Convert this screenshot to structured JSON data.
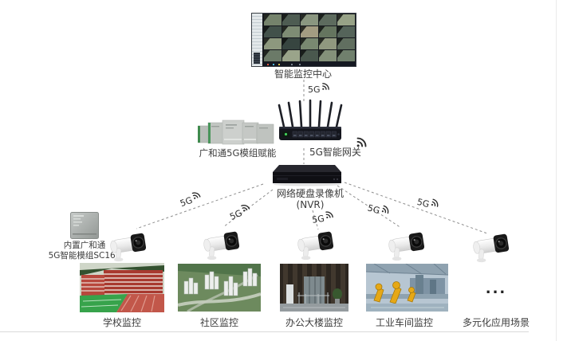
{
  "monitoring_center": {
    "label": "智能监控中心"
  },
  "video_wall": {
    "cell_colors": [
      "#75836c",
      "#4e5c52",
      "#8a9680",
      "#5d6b5e",
      "#97a287",
      "#42514a",
      "#7e8c74",
      "#a39c82",
      "#65755f",
      "#55645a",
      "#8d987e",
      "#374540",
      "#798871",
      "#90987f",
      "#616f60",
      "#6b7a68",
      "#9aa48a",
      "#4a584e",
      "#84917a",
      "#70806d"
    ]
  },
  "top_link": {
    "label": "5G"
  },
  "modules": {
    "label": "广和通5G模组赋能"
  },
  "gateway": {
    "label": "5G智能网关"
  },
  "nvr": {
    "label": "网络硬盘录像机",
    "sublabel": "(NVR)"
  },
  "sc161": {
    "line1": "内置广和通",
    "line2": "5G智能模组SC161"
  },
  "camera_links": [
    {
      "label": "5G"
    },
    {
      "label": "5G"
    },
    {
      "label": "5G"
    },
    {
      "label": "5G"
    },
    {
      "label": "5G"
    }
  ],
  "scenes": [
    {
      "label": "学校监控"
    },
    {
      "label": "社区监控"
    },
    {
      "label": "办公大楼监控"
    },
    {
      "label": "工业车间监控"
    },
    {
      "label": "多元化应用场景"
    }
  ],
  "ellipsis": "...",
  "colors": {
    "dashed_line": "#8f8f8f",
    "text": "#3c3c3c",
    "device_dark": "#14161d",
    "led_green": "#41d05a",
    "module_green": "#3f8a4d"
  }
}
